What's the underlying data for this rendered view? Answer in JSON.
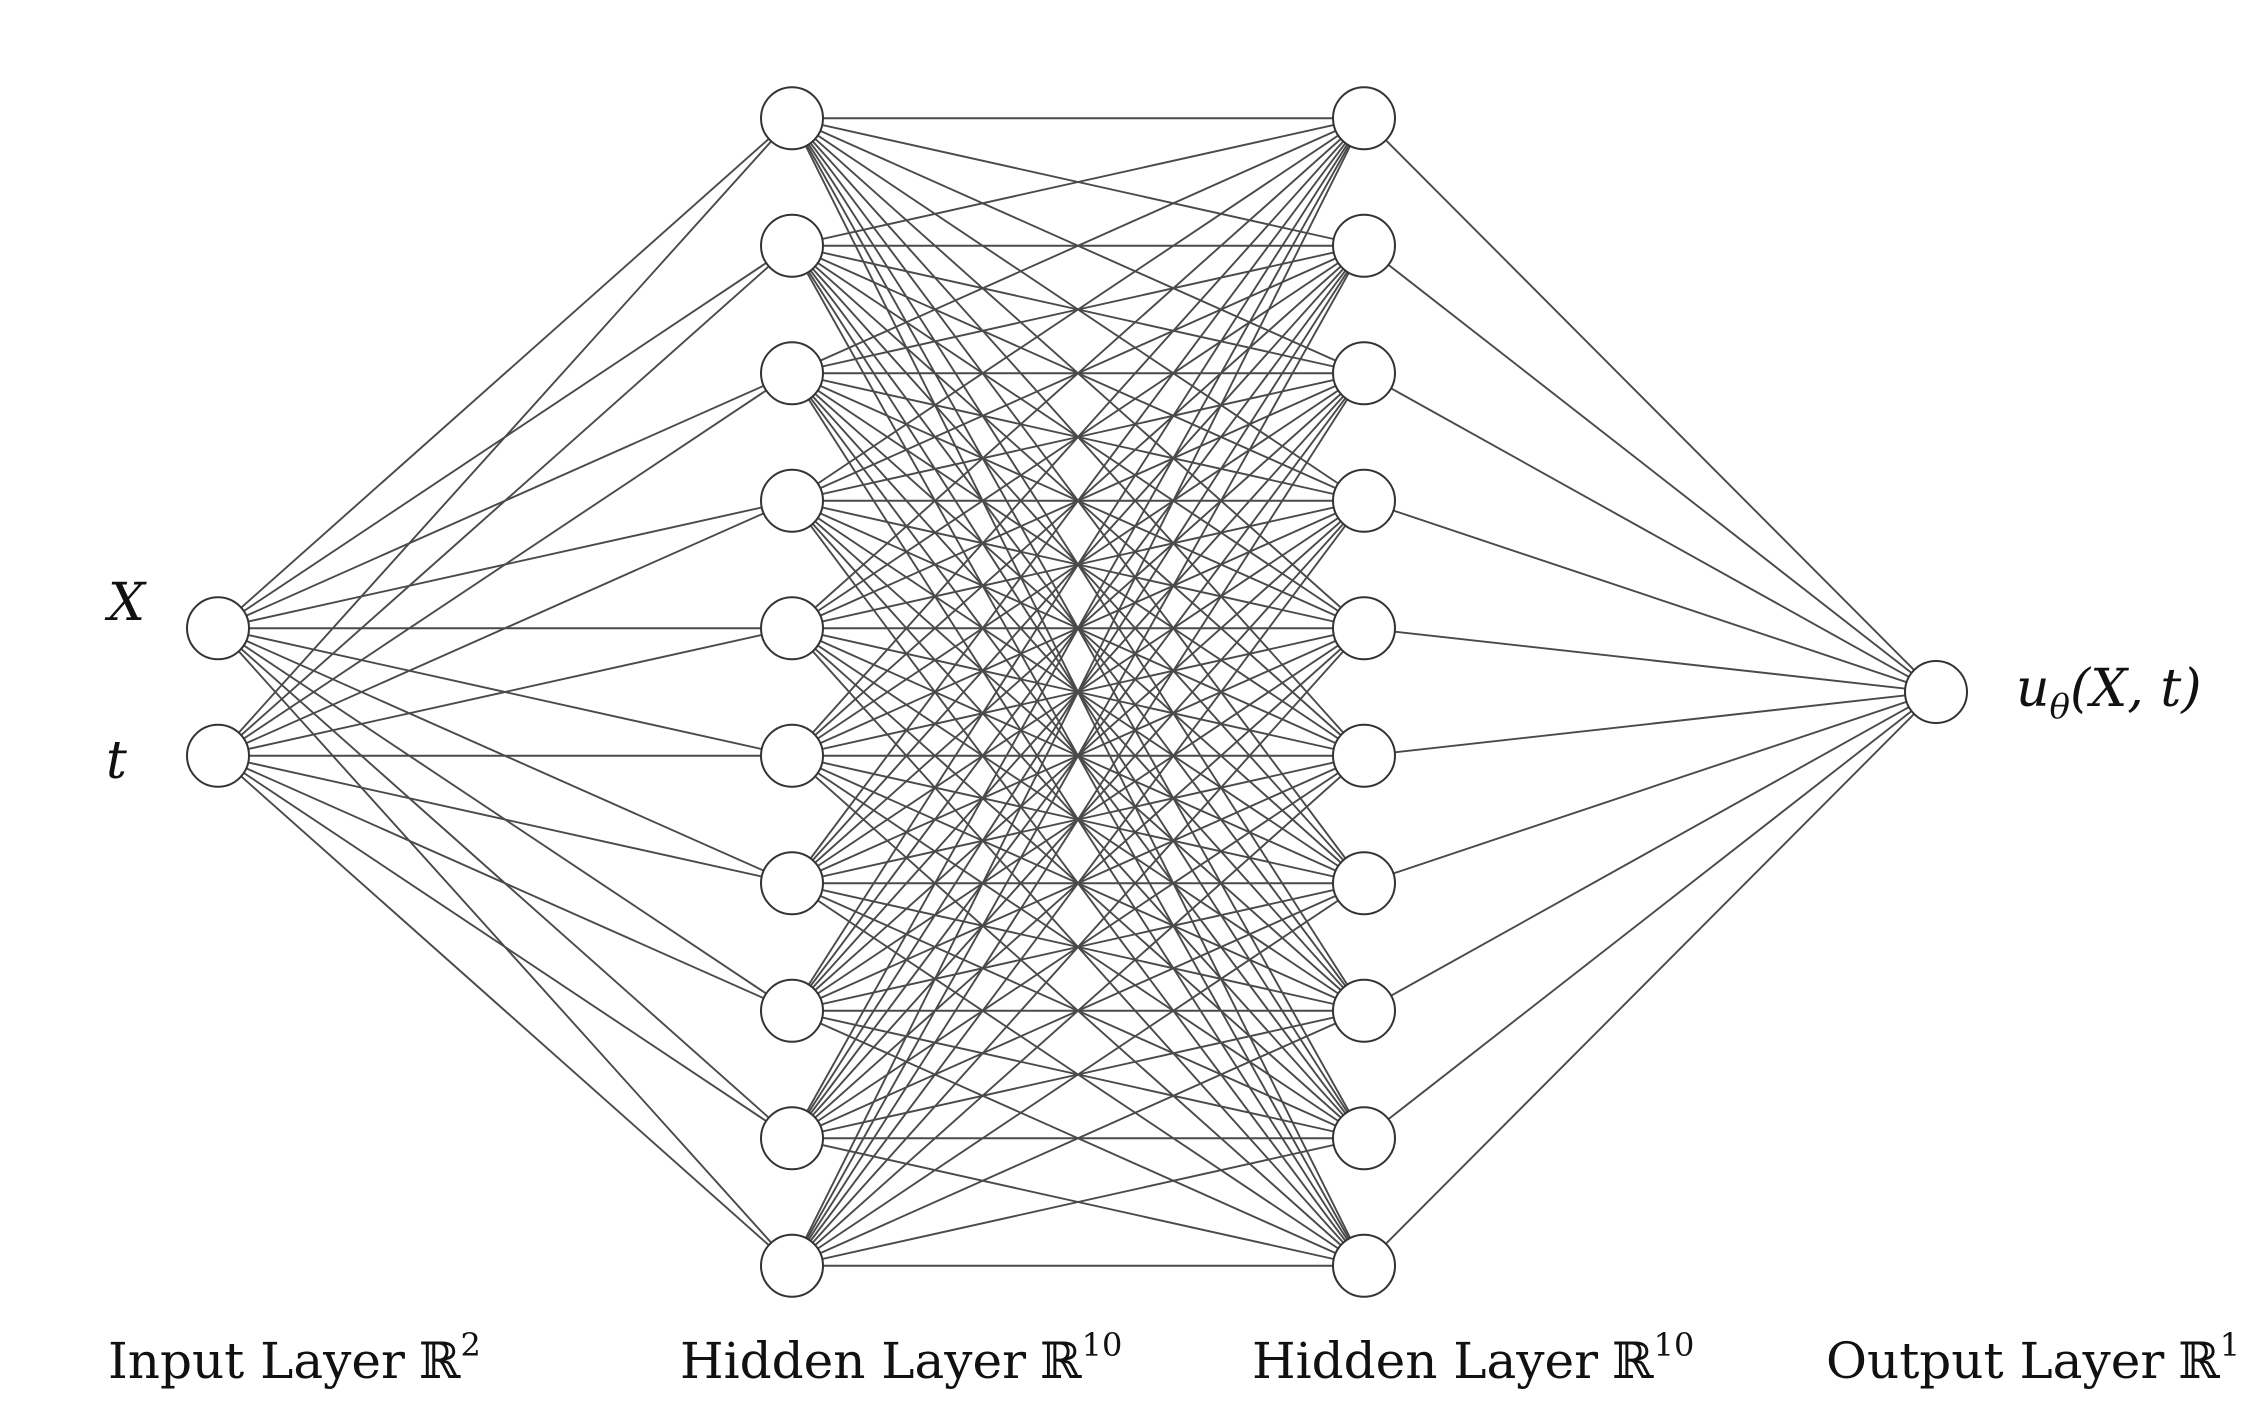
{
  "diagram": {
    "layers": [
      {
        "name": "Input Layer",
        "space": "ℝ",
        "dim": "2",
        "nodes": 2
      },
      {
        "name": "Hidden Layer",
        "space": "ℝ",
        "dim": "10",
        "nodes": 10
      },
      {
        "name": "Hidden Layer",
        "space": "ℝ",
        "dim": "10",
        "nodes": 10
      },
      {
        "name": "Output Layer",
        "space": "ℝ",
        "dim": "1",
        "nodes": 1
      }
    ],
    "inputs": {
      "x_label": "X",
      "t_label": "t"
    },
    "output": {
      "u": "u",
      "sub": "θ",
      "args": "(X, t)"
    },
    "colors": {
      "edge": "#4a4a4a",
      "node_stroke": "#333333",
      "node_fill": "#ffffff"
    }
  }
}
